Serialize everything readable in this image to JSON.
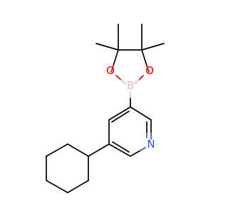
{
  "molecule": {
    "atoms": {
      "boron": {
        "symbol": "B",
        "color": "#ffb5b5"
      },
      "oxygen_left": {
        "symbol": "O",
        "color": "#ff0000"
      },
      "oxygen_right": {
        "symbol": "O",
        "color": "#ff0000"
      },
      "nitrogen": {
        "symbol": "N",
        "color": "#3050f8"
      }
    },
    "bond_color": "#000000"
  }
}
